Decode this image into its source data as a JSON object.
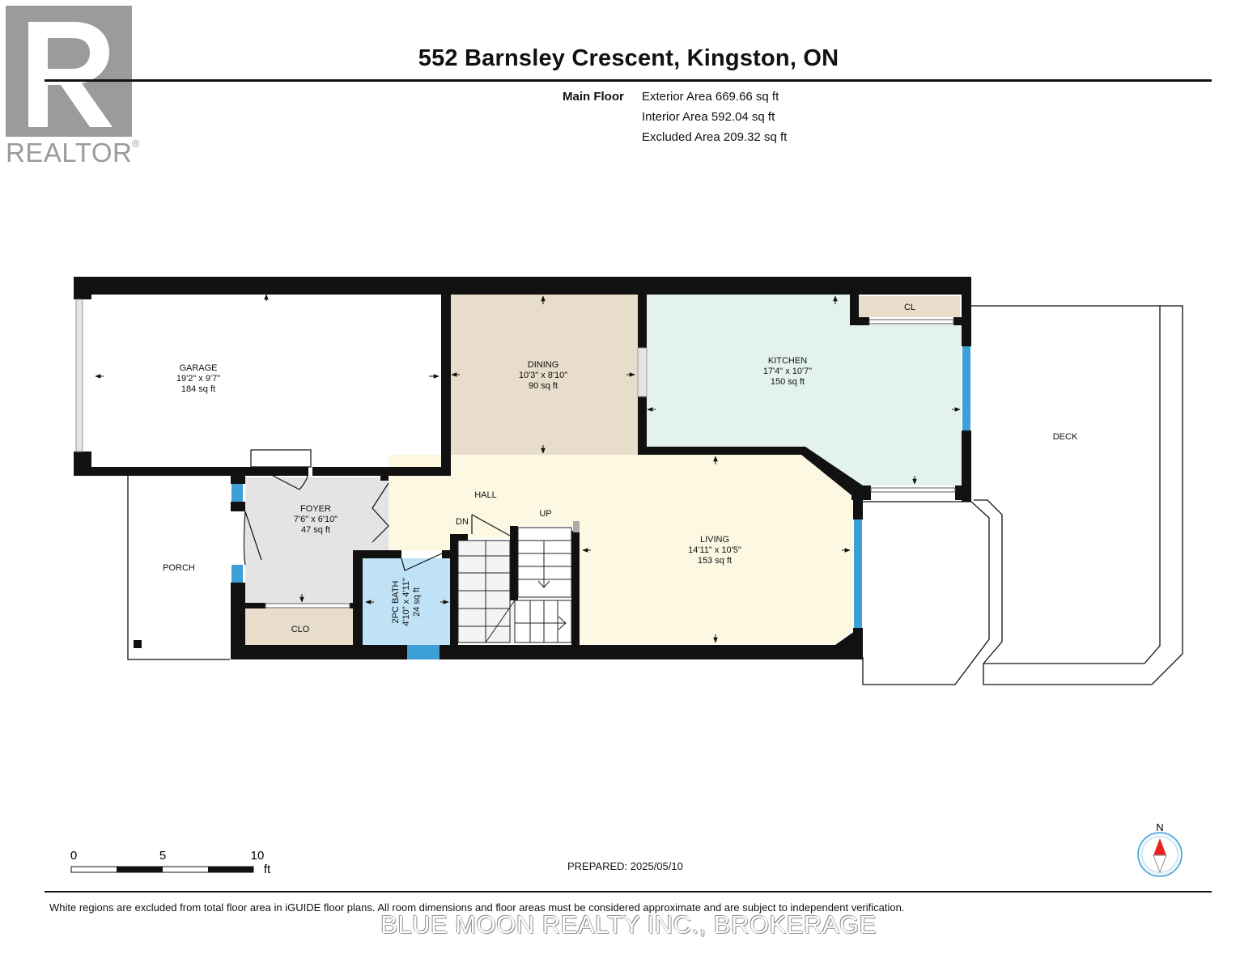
{
  "header": {
    "title": "552 Barnsley Crescent, Kingston, ON",
    "floor_label": "Main Floor",
    "exterior_area": "Exterior Area 669.66 sq ft",
    "interior_area": "Interior Area 592.04 sq ft",
    "excluded_area": "Excluded Area 209.32 sq ft"
  },
  "logo": {
    "word": "REALTOR",
    "reg": "®"
  },
  "rooms": {
    "garage": {
      "name": "GARAGE",
      "dims": "19'2\" x 9'7\"",
      "area": "184 sq ft"
    },
    "dining": {
      "name": "DINING",
      "dims": "10'3\" x 8'10\"",
      "area": "90 sq ft"
    },
    "kitchen": {
      "name": "KITCHEN",
      "dims": "17'4\" x 10'7\"",
      "area": "150 sq ft"
    },
    "cl": {
      "name": "CL"
    },
    "deck": {
      "name": "DECK"
    },
    "hall": {
      "name": "HALL"
    },
    "foyer": {
      "name": "FOYER",
      "dims": "7'6\" x 6'10\"",
      "area": "47 sq ft"
    },
    "porch": {
      "name": "PORCH"
    },
    "clo": {
      "name": "CLO"
    },
    "bath": {
      "name": "2PC BATH",
      "dims": "4'10\" x 4'11\"",
      "area": "24 sq ft"
    },
    "living": {
      "name": "LIVING",
      "dims": "14'11\" x 10'5\"",
      "area": "153 sq ft"
    },
    "dn": {
      "name": "DN"
    },
    "up": {
      "name": "UP"
    }
  },
  "colors": {
    "wall": "#111111",
    "dining": "#e8dccb",
    "kitchen": "#e3f3ec",
    "hall_living": "#fdf8e2",
    "foyer": "#e4e4e4",
    "closet": "#e8dccb",
    "bath": "#bfe2f6",
    "window": "#3c9fd6",
    "logo": "#9b9b9b",
    "compass_needle": "#e8231f"
  },
  "scale": {
    "labels": [
      "0",
      "5",
      "10"
    ],
    "unit": "ft"
  },
  "compass": {
    "label": "N"
  },
  "footer": {
    "prepared": "PREPARED: 2025/05/10",
    "disclaimer": "White regions are excluded from total floor area in iGUIDE floor plans. All room dimensions and floor areas must be considered approximate and are subject to independent verification.",
    "watermark": "BLUE MOON REALTY INC., BROKERAGE"
  }
}
